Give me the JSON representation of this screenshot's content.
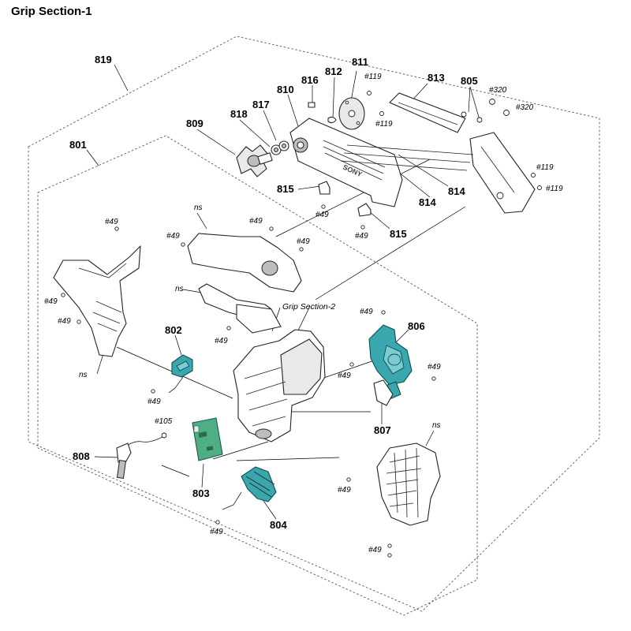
{
  "title": "Grip Section-1",
  "parts": {
    "p819": "819",
    "p801": "801",
    "p809": "809",
    "p818": "818",
    "p817": "817",
    "p810": "810",
    "p816": "816",
    "p812": "812",
    "p811": "811",
    "p813": "813",
    "p805": "805",
    "p815": "815",
    "p814": "814",
    "p802": "802",
    "p806": "806",
    "p807": "807",
    "p808": "808",
    "p803": "803",
    "p804": "804"
  },
  "screws": {
    "s119": "#119",
    "s320": "#320",
    "s49": "#49",
    "s105": "#105"
  },
  "labels": {
    "ns": "ns",
    "grip_section_2": "Grip Section-2",
    "brand": "SONY"
  }
}
